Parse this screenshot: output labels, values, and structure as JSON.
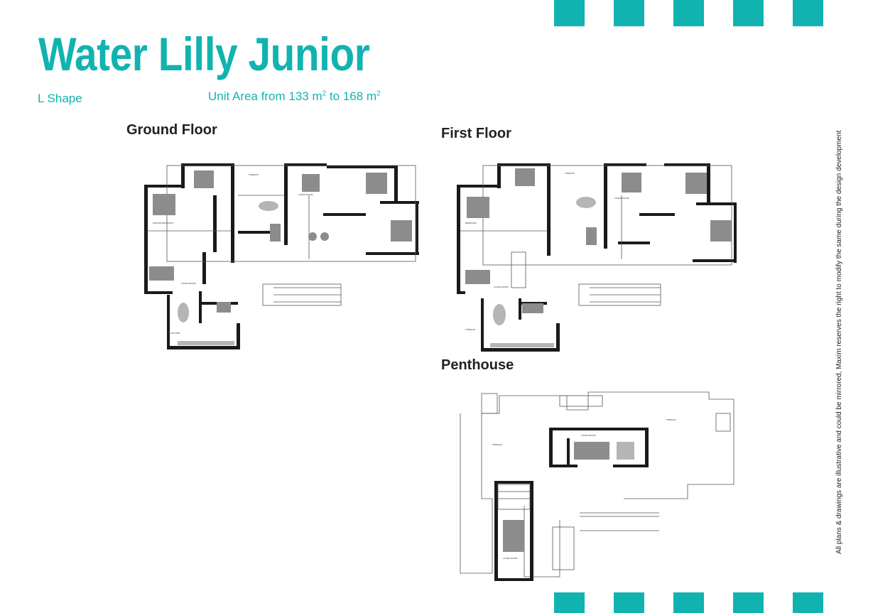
{
  "title": "Water Lilly Junior",
  "shape_label": "L Shape",
  "unit_area": {
    "prefix": "Unit Area from 133 m",
    "mid": " to 168 m",
    "sup": "2"
  },
  "floors": {
    "ground": "Ground Floor",
    "first": "First Floor",
    "penthouse": "Penthouse"
  },
  "disclaimer": "All plans & drawings are illustrative and could be mirrored, Maxim reserves the right to modify the same during the design development",
  "colors": {
    "accent": "#11b3b0",
    "wall": "#1a1a1a",
    "furniture": "#8c8c8c"
  }
}
